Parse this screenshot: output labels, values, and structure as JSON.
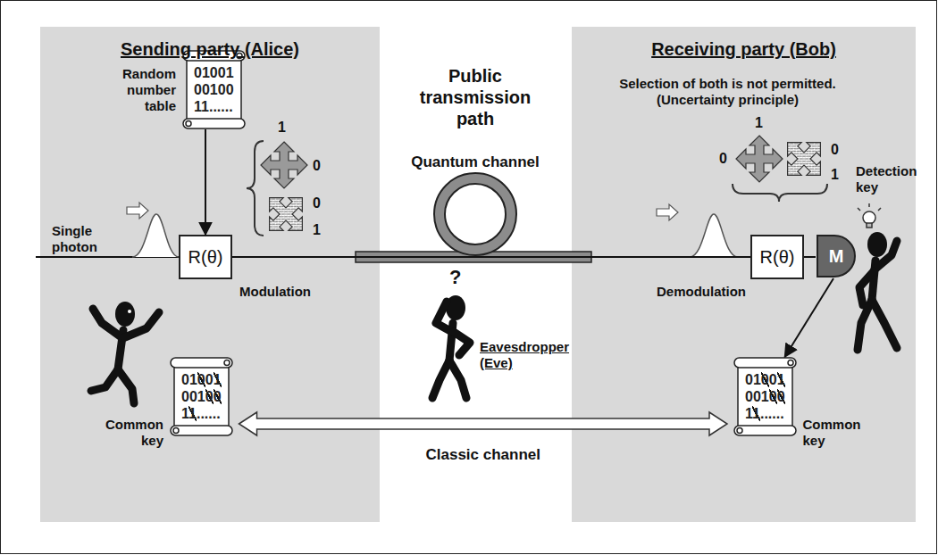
{
  "diagram": {
    "nodes": [
      {
        "text": [
          "Sending party (Alice)"
        ]
      },
      {
        "text": [
          "Random number table",
          "01001 00100 11......"
        ],
        "in": 0
      },
      {
        "text": [
          "R(θ)"
        ],
        "in": 0
      },
      {
        "text": [
          "Common key",
          "01001 00100 11......"
        ],
        "in": 0
      },
      {
        "text": [
          "Receiving party (Bob)"
        ]
      },
      {
        "text": [
          "R(θ)"
        ],
        "in": 4
      },
      {
        "text": [
          "M"
        ],
        "in": 4
      },
      {
        "text": [
          "Common key",
          "01001 00100 11......"
        ],
        "in": 4
      }
    ],
    "edges": [
      {
        "from": 1,
        "to": 2,
        "arrow": "to"
      },
      {
        "from": 2,
        "to": 5,
        "arrow": "none"
      },
      {
        "from": 5,
        "to": 6,
        "arrow": "none"
      },
      {
        "from": 6,
        "to": 7,
        "arrow": "to"
      },
      {
        "from": 3,
        "to": 7,
        "arrow": "both",
        "label": "Classic channel"
      }
    ],
    "labels": [
      "Public transmission path",
      "Single photon",
      "1",
      "0",
      "0",
      "1",
      "Modulation",
      "Quantum channel",
      "?",
      "Eavesdropper (Eve)",
      "Selection of both is not permitted. (Uncertainty principle)",
      "1",
      "0",
      "0",
      "1",
      "Demodulation",
      "Detection key"
    ]
  }
}
